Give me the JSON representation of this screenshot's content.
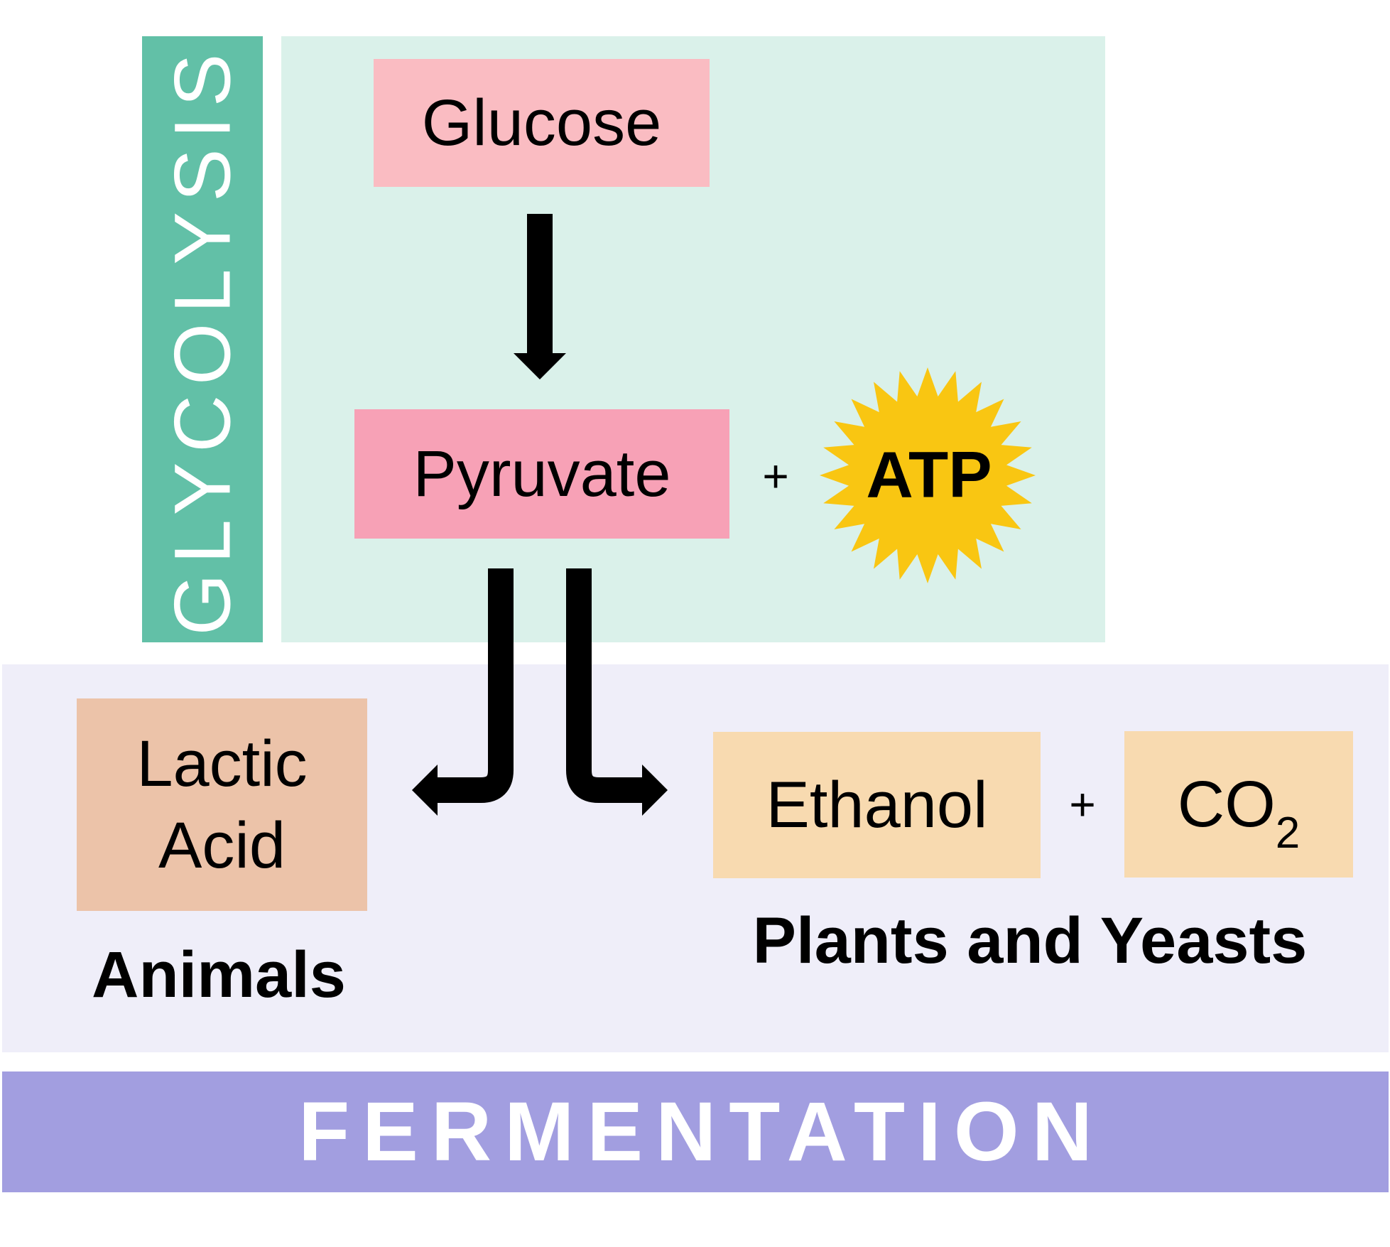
{
  "panels": {
    "glycolysis_label": "GLYCOLYSIS",
    "fermentation_label": "FERMENTATION"
  },
  "molecules": {
    "glucose": "Glucose",
    "pyruvate": "Pyruvate",
    "atp": "ATP",
    "lactic_line1": "Lactic",
    "lactic_line2": "Acid",
    "ethanol": "Ethanol",
    "co2_main": "CO",
    "co2_sub": "2"
  },
  "operators": {
    "plus": "+"
  },
  "organisms": {
    "animals": "Animals",
    "plants_yeasts": "Plants and Yeasts"
  },
  "colors": {
    "glycolysis_bar": "#62c0a7",
    "glycolysis_panel": "#daf1ea",
    "fermentation_bar": "#a29ee0",
    "fermentation_panel": "#efeef9",
    "glucose_box": "#fabcc2",
    "pyruvate_box": "#f7a1b6",
    "lactic_box": "#ecc3a9",
    "ethanol_box": "#f8dab0",
    "co2_box": "#f8dab0",
    "atp_burst": "#f9c612",
    "arrows": "#000000"
  }
}
